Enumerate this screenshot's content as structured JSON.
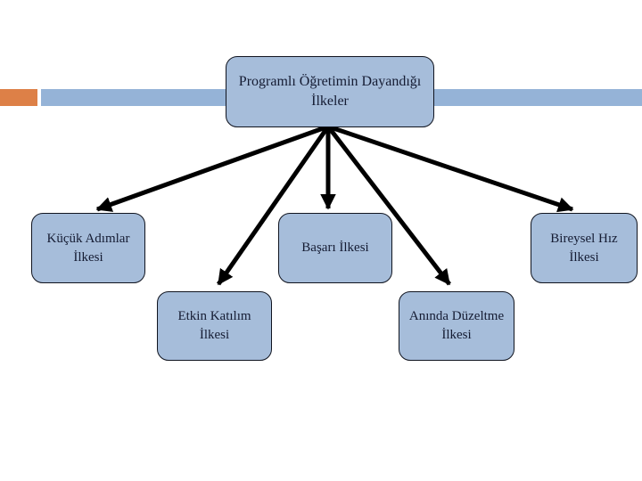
{
  "slide": {
    "type": "presentation-slide-diagram"
  },
  "accent_bar": {
    "orange_color": "#DD8047",
    "blue_color": "#95B3D7"
  },
  "root": {
    "label": "Programlı Öğretimin Dayandığı İlkeler"
  },
  "nodes": [
    {
      "id": "kucuk-adimlar",
      "label": "Küçük Adımlar İlkesi"
    },
    {
      "id": "etkin-katilim",
      "label": "Etkin Katılım İlkesi"
    },
    {
      "id": "basari",
      "label": "Başarı İlkesi"
    },
    {
      "id": "aninda-duzeltme",
      "label": "Anında Düzeltme İlkesi"
    },
    {
      "id": "bireysel-hiz",
      "label": "Bireysel Hız İlkesi"
    }
  ],
  "connectors": [
    {
      "from": "root",
      "to": "kucuk-adimlar"
    },
    {
      "from": "root",
      "to": "etkin-katilim"
    },
    {
      "from": "root",
      "to": "basari"
    },
    {
      "from": "root",
      "to": "aninda-duzeltme"
    },
    {
      "from": "root",
      "to": "bireysel-hiz"
    }
  ],
  "style": {
    "slide_bg": "#FFFFFF",
    "bar_orange": "#DD8047",
    "bar_blue": "#95B3D7",
    "box_fill": "#A6BDDA",
    "box_border": "#10141F",
    "text_color": "#151C33",
    "arrow_color": "#000000"
  }
}
